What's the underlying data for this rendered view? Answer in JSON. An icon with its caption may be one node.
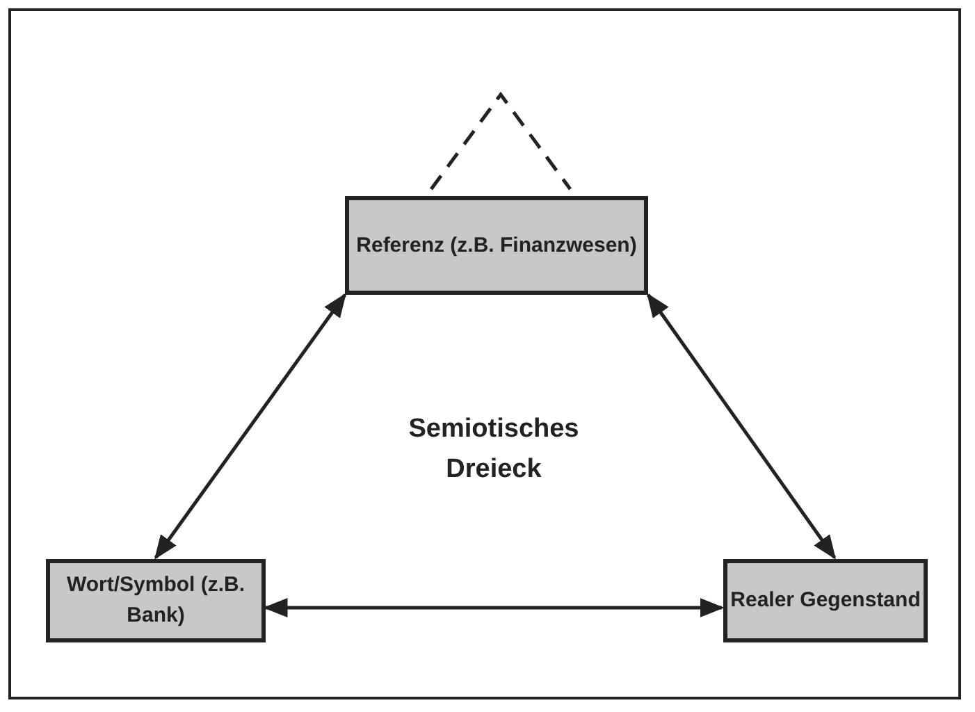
{
  "diagram": {
    "nodes": [
      {
        "text": [
          "Referenz (z.B. Finanzwesen)"
        ]
      },
      {
        "text": [
          "Wort/Symbol (z.B. Bank)"
        ]
      },
      {
        "text": [
          "Realer Gegenstand"
        ]
      }
    ],
    "edges": [
      {
        "from": 0,
        "to": 1,
        "arrow": "both"
      },
      {
        "from": 0,
        "to": 2,
        "arrow": "both"
      },
      {
        "from": 1,
        "to": 2,
        "arrow": "both"
      }
    ],
    "labels": [
      "Semiotisches Dreieck"
    ]
  }
}
